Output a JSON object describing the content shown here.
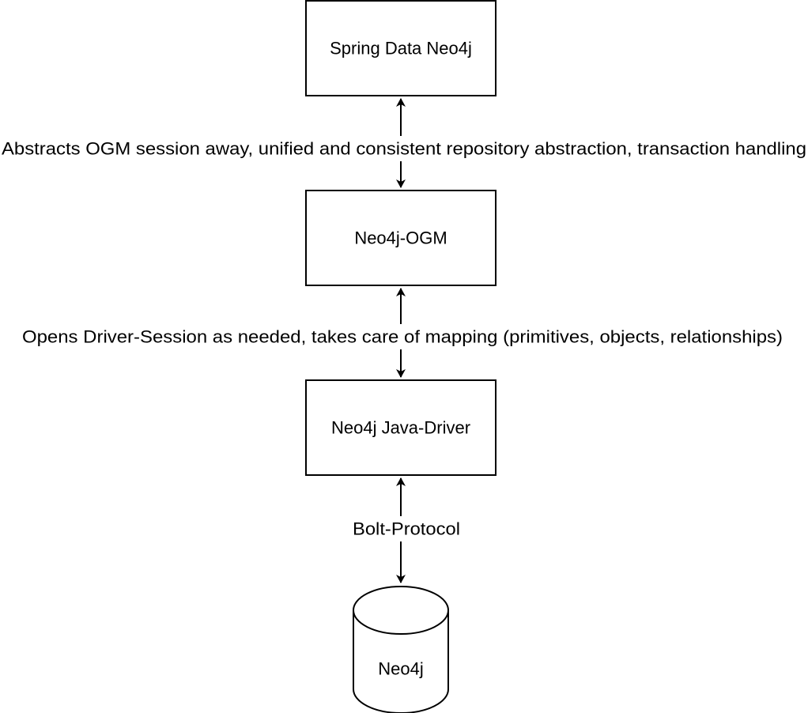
{
  "diagram": {
    "nodes": [
      {
        "id": "spring",
        "label": "Spring Data Neo4j",
        "shape": "box"
      },
      {
        "id": "ogm",
        "label": "Neo4j-OGM",
        "shape": "box"
      },
      {
        "id": "driver",
        "label": "Neo4j Java-Driver",
        "shape": "box"
      },
      {
        "id": "db",
        "label": "Neo4j",
        "shape": "cylinder"
      }
    ],
    "edges": [
      {
        "from": "spring",
        "to": "ogm",
        "direction": "both",
        "label": "Abstracts OGM session away, unified and consistent repository abstraction, transaction handling"
      },
      {
        "from": "ogm",
        "to": "driver",
        "direction": "both",
        "label": "Opens Driver-Session as needed, takes care of mapping (primitives, objects, relationships)"
      },
      {
        "from": "driver",
        "to": "db",
        "direction": "both",
        "label": "Bolt-Protocol"
      }
    ]
  }
}
